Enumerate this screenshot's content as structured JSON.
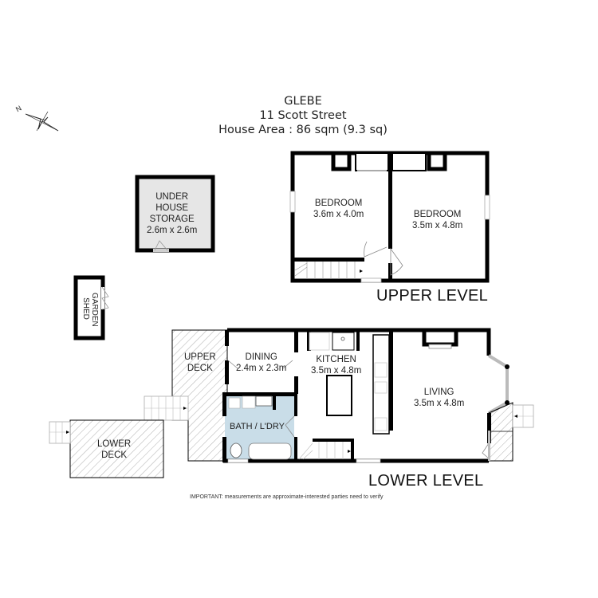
{
  "header": {
    "suburb": "GLEBE",
    "address": "11 Scott Street",
    "area": "House Area : 86 sqm (9.3 sq)"
  },
  "compass": {
    "icon": "north-arrow-icon",
    "label": "N"
  },
  "levels": {
    "upper": {
      "label": "UPPER LEVEL",
      "rooms": [
        {
          "name": "BEDROOM",
          "size": "3.6m x 4.0m"
        },
        {
          "name": "BEDROOM",
          "size": "3.5m x 4.8m"
        }
      ]
    },
    "lower": {
      "label": "LOWER LEVEL",
      "rooms": [
        {
          "name": "UPPER",
          "name2": "DECK"
        },
        {
          "name": "DINING",
          "size": "2.4m x 2.3m"
        },
        {
          "name": "KITCHEN",
          "size": "3.5m x 4.8m"
        },
        {
          "name": "LIVING",
          "size": "3.5m x 4.8m"
        },
        {
          "name": "BATH / L'DRY"
        },
        {
          "name": "LOWER",
          "name2": "DECK"
        }
      ]
    }
  },
  "outbuildings": {
    "storage": {
      "line1": "UNDER",
      "line2": "HOUSE",
      "line3": "STORAGE",
      "size": "2.6m x 2.6m"
    },
    "shed": {
      "line1": "GARDEN",
      "line2": "SHED"
    }
  },
  "colors": {
    "wall": "#000000",
    "outbuilding_fill": "#e6e6e6",
    "bath_fill": "#c9dde8",
    "hatch": "#888888",
    "window": "#bbbbbb"
  },
  "footer": {
    "note": "IMPORTANT: measurements are approximate-interested parties need to verify"
  }
}
